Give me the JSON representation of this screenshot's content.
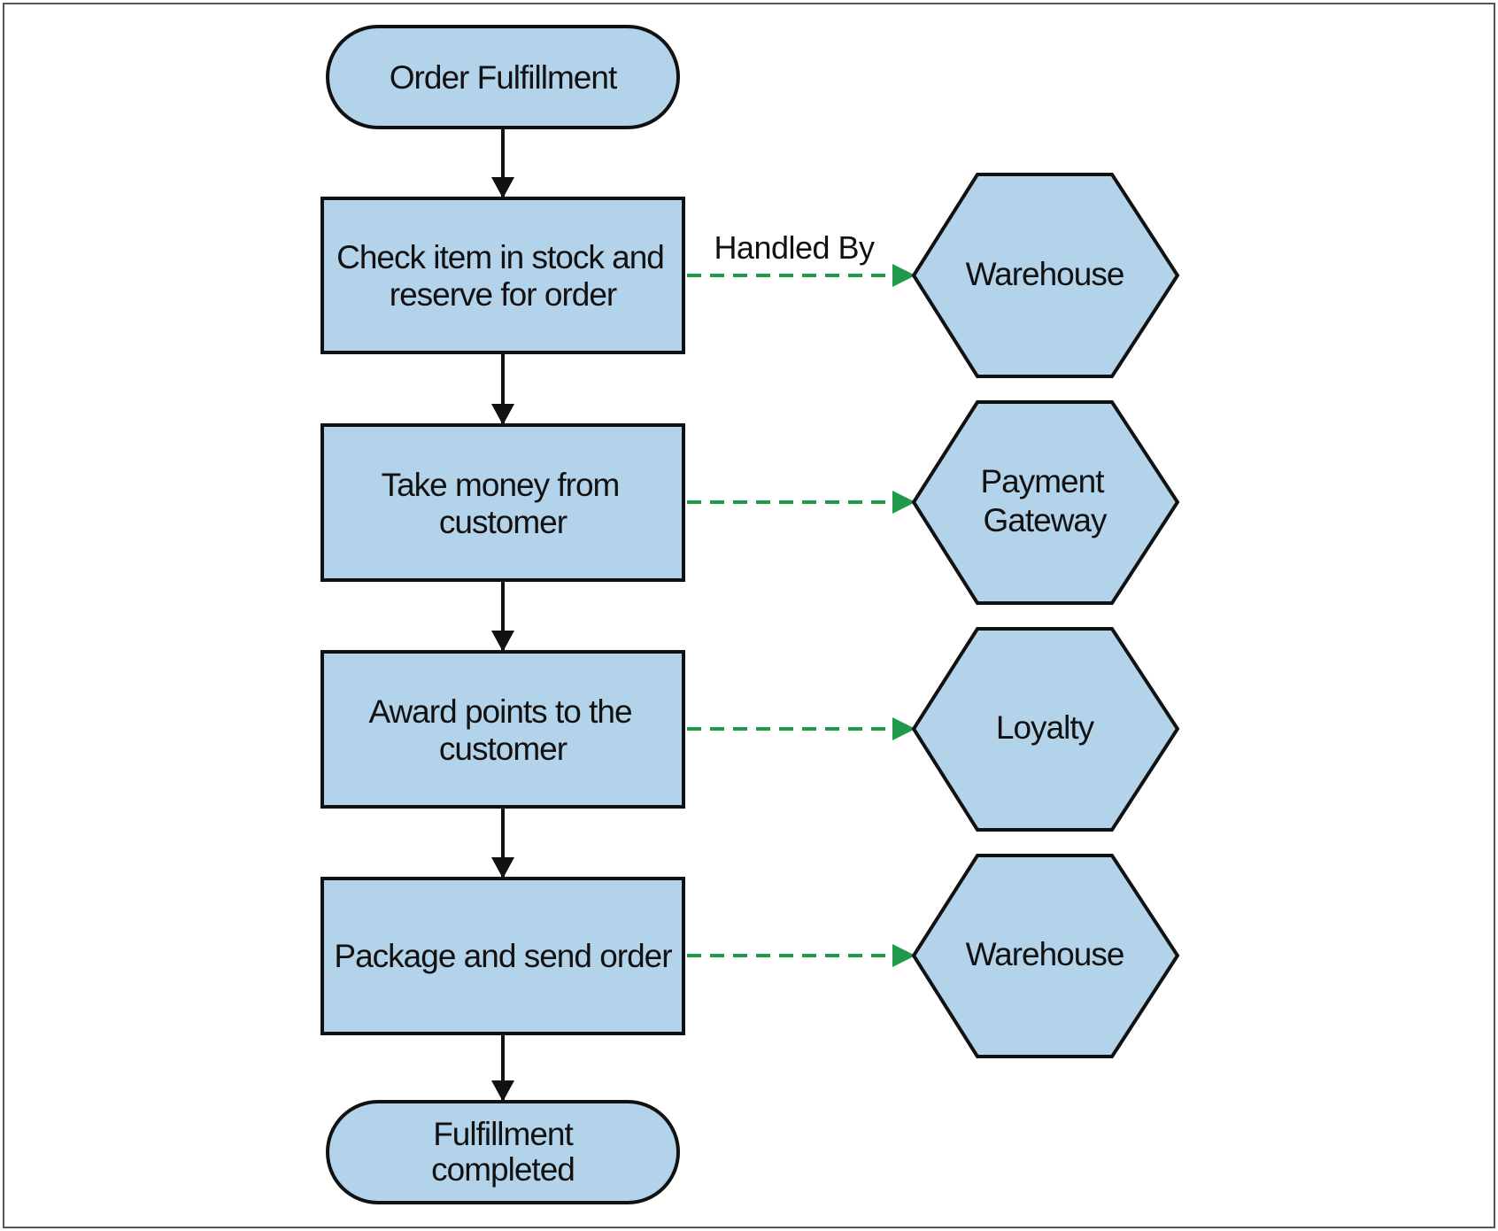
{
  "diagram": {
    "colors": {
      "fill": "#b3d3ea",
      "stroke": "#111111",
      "flow_arrow": "#111111",
      "handler_arrow": "#1e9a4a",
      "frame": "#555555"
    },
    "start": {
      "lines": [
        "Order Fulfillment"
      ]
    },
    "end": {
      "lines": [
        "Fulfillment",
        "completed"
      ]
    },
    "steps": [
      {
        "lines": [
          "Check item in stock and",
          "reserve for order"
        ],
        "handler": [
          "Warehouse"
        ]
      },
      {
        "lines": [
          "Take money from",
          "customer"
        ],
        "handler": [
          "Payment",
          "Gateway"
        ]
      },
      {
        "lines": [
          "Award points to the",
          "customer"
        ],
        "handler": [
          "Loyalty"
        ]
      },
      {
        "lines": [
          "Package and send order"
        ],
        "handler": [
          "Warehouse"
        ]
      }
    ],
    "edge_label": "Handled By"
  }
}
